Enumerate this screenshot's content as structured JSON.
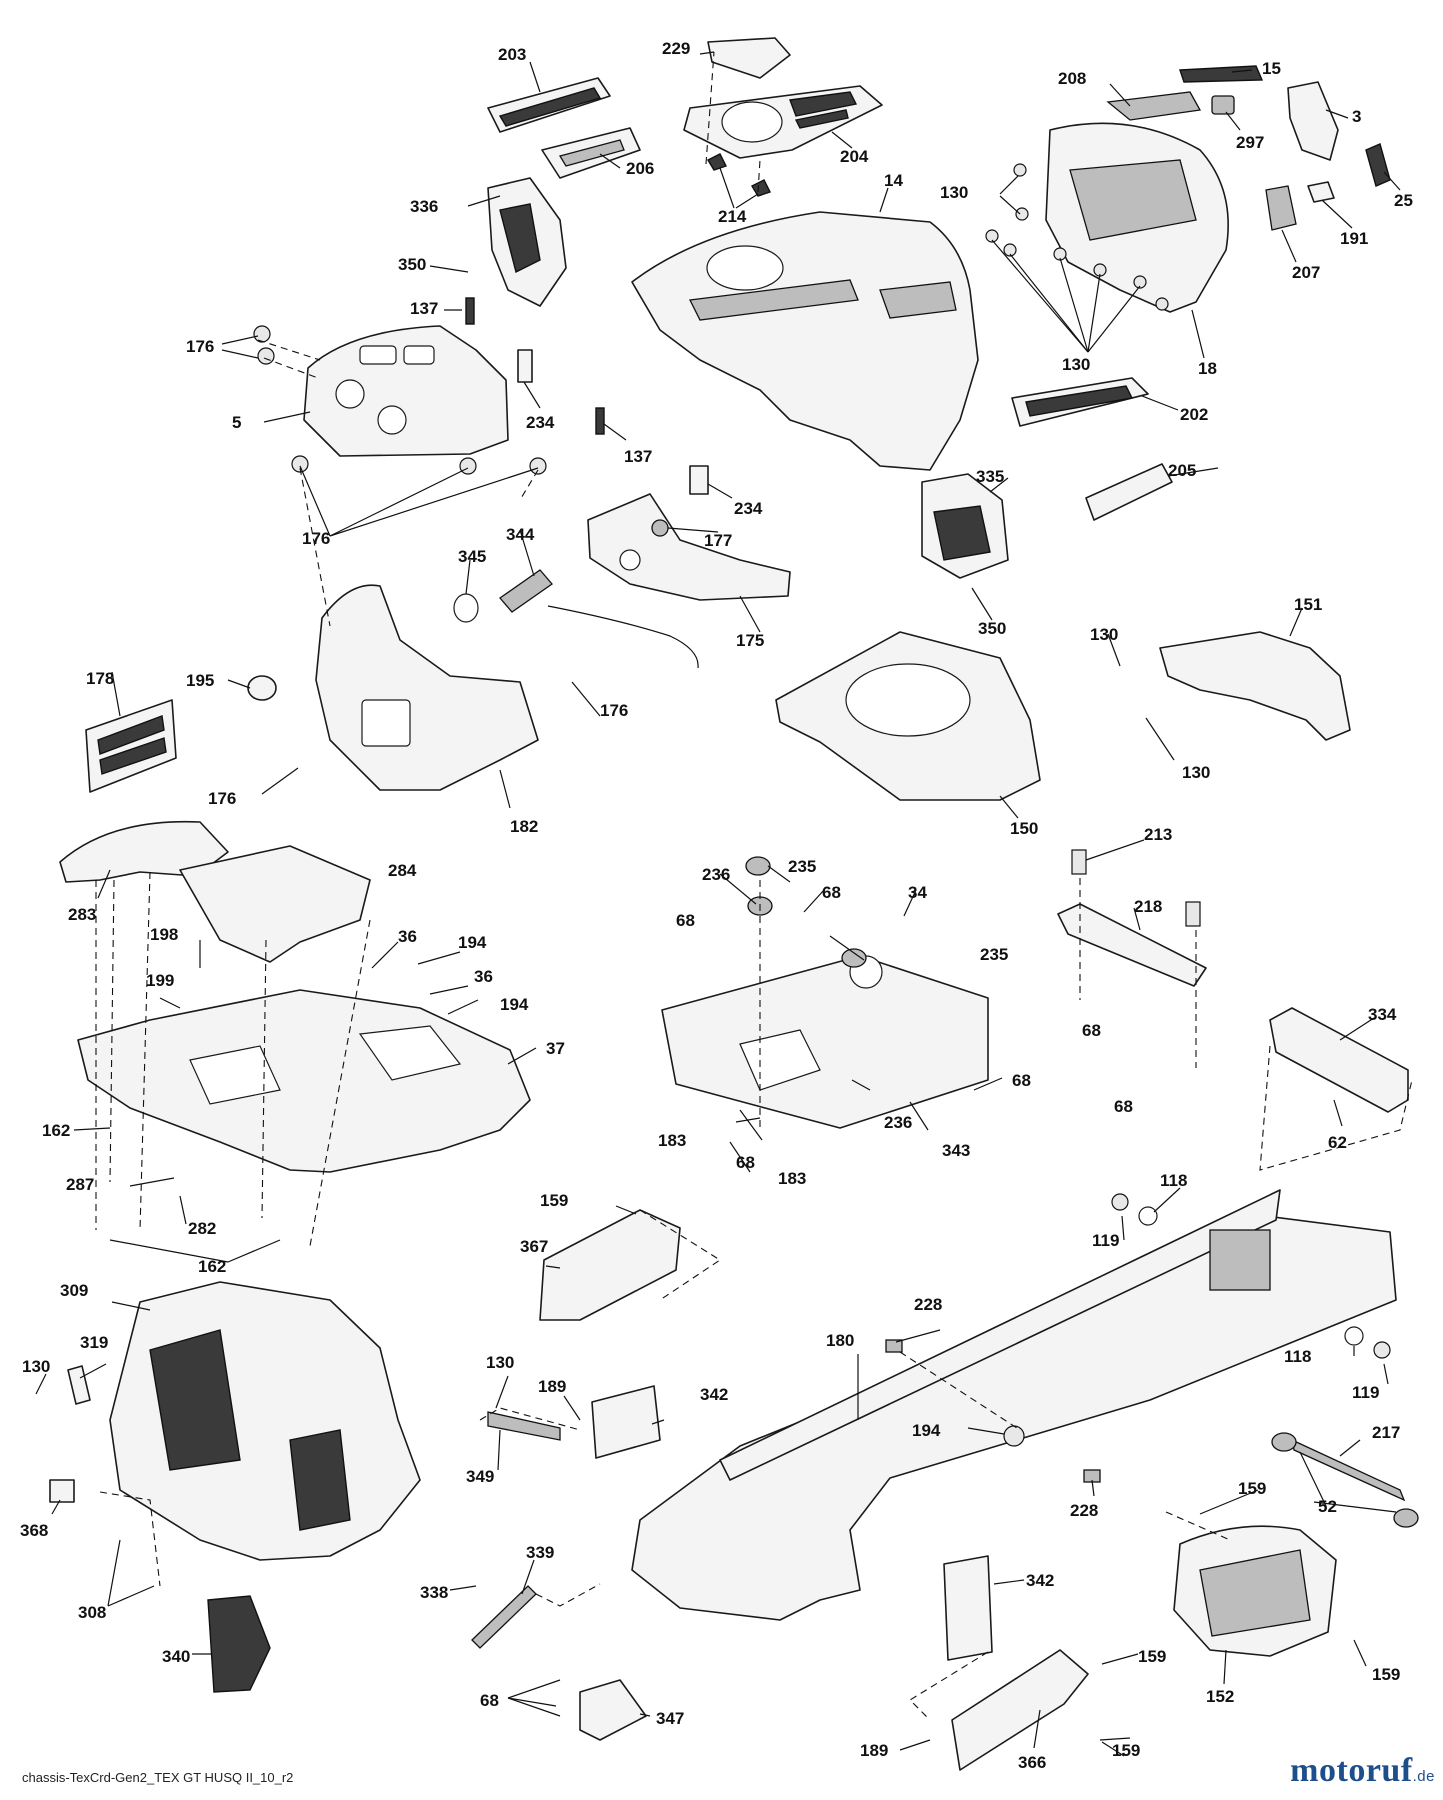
{
  "footer": {
    "drawing_code": "chassis-TexCrd-Gen2_TEX GT HUSQ II_10_r2",
    "brand_name": "motoruf",
    "brand_tld": ".de"
  },
  "callouts": [
    {
      "id": "c-203",
      "text": "203"
    },
    {
      "id": "c-229",
      "text": "229"
    },
    {
      "id": "c-208",
      "text": "208"
    },
    {
      "id": "c-15",
      "text": "15"
    },
    {
      "id": "c-3",
      "text": "3"
    },
    {
      "id": "c-297",
      "text": "297"
    },
    {
      "id": "c-25",
      "text": "25"
    },
    {
      "id": "c-206",
      "text": "206"
    },
    {
      "id": "c-204",
      "text": "204"
    },
    {
      "id": "c-14",
      "text": "14"
    },
    {
      "id": "c-130a",
      "text": "130"
    },
    {
      "id": "c-191",
      "text": "191"
    },
    {
      "id": "c-336",
      "text": "336"
    },
    {
      "id": "c-214",
      "text": "214"
    },
    {
      "id": "c-207",
      "text": "207"
    },
    {
      "id": "c-350a",
      "text": "350"
    },
    {
      "id": "c-137a",
      "text": "137"
    },
    {
      "id": "c-176a",
      "text": "176"
    },
    {
      "id": "c-130b",
      "text": "130"
    },
    {
      "id": "c-18",
      "text": "18"
    },
    {
      "id": "c-5",
      "text": "5"
    },
    {
      "id": "c-234a",
      "text": "234"
    },
    {
      "id": "c-202",
      "text": "202"
    },
    {
      "id": "c-137b",
      "text": "137"
    },
    {
      "id": "c-205",
      "text": "205"
    },
    {
      "id": "c-335",
      "text": "335"
    },
    {
      "id": "c-234b",
      "text": "234"
    },
    {
      "id": "c-176b",
      "text": "176"
    },
    {
      "id": "c-344",
      "text": "344"
    },
    {
      "id": "c-177",
      "text": "177"
    },
    {
      "id": "c-345",
      "text": "345"
    },
    {
      "id": "c-350b",
      "text": "350"
    },
    {
      "id": "c-175",
      "text": "175"
    },
    {
      "id": "c-151",
      "text": "151"
    },
    {
      "id": "c-130c",
      "text": "130"
    },
    {
      "id": "c-178",
      "text": "178"
    },
    {
      "id": "c-195",
      "text": "195"
    },
    {
      "id": "c-176c",
      "text": "176"
    },
    {
      "id": "c-130d",
      "text": "130"
    },
    {
      "id": "c-176d",
      "text": "176"
    },
    {
      "id": "c-182",
      "text": "182"
    },
    {
      "id": "c-150",
      "text": "150"
    },
    {
      "id": "c-213",
      "text": "213"
    },
    {
      "id": "c-284",
      "text": "284"
    },
    {
      "id": "c-235a",
      "text": "235"
    },
    {
      "id": "c-236a",
      "text": "236"
    },
    {
      "id": "c-68a",
      "text": "68"
    },
    {
      "id": "c-34",
      "text": "34"
    },
    {
      "id": "c-218",
      "text": "218"
    },
    {
      "id": "c-283",
      "text": "283"
    },
    {
      "id": "c-198",
      "text": "198"
    },
    {
      "id": "c-36a",
      "text": "36"
    },
    {
      "id": "c-194a",
      "text": "194"
    },
    {
      "id": "c-68b",
      "text": "68"
    },
    {
      "id": "c-235b",
      "text": "235"
    },
    {
      "id": "c-199",
      "text": "199"
    },
    {
      "id": "c-36b",
      "text": "36"
    },
    {
      "id": "c-194b",
      "text": "194"
    },
    {
      "id": "c-68c",
      "text": "68"
    },
    {
      "id": "c-334",
      "text": "334"
    },
    {
      "id": "c-37",
      "text": "37"
    },
    {
      "id": "c-68d",
      "text": "68"
    },
    {
      "id": "c-162a",
      "text": "162"
    },
    {
      "id": "c-236b",
      "text": "236"
    },
    {
      "id": "c-68e",
      "text": "68"
    },
    {
      "id": "c-62",
      "text": "62"
    },
    {
      "id": "c-183a",
      "text": "183"
    },
    {
      "id": "c-343",
      "text": "343"
    },
    {
      "id": "c-287",
      "text": "287"
    },
    {
      "id": "c-68f",
      "text": "68"
    },
    {
      "id": "c-183b",
      "text": "183"
    },
    {
      "id": "c-118a",
      "text": "118"
    },
    {
      "id": "c-282",
      "text": "282"
    },
    {
      "id": "c-159a",
      "text": "159"
    },
    {
      "id": "c-119a",
      "text": "119"
    },
    {
      "id": "c-367",
      "text": "367"
    },
    {
      "id": "c-162b",
      "text": "162"
    },
    {
      "id": "c-309",
      "text": "309"
    },
    {
      "id": "c-228a",
      "text": "228"
    },
    {
      "id": "c-319",
      "text": "319"
    },
    {
      "id": "c-180",
      "text": "180"
    },
    {
      "id": "c-118b",
      "text": "118"
    },
    {
      "id": "c-130e",
      "text": "130"
    },
    {
      "id": "c-130f",
      "text": "130"
    },
    {
      "id": "c-189a",
      "text": "189"
    },
    {
      "id": "c-342a",
      "text": "342"
    },
    {
      "id": "c-119b",
      "text": "119"
    },
    {
      "id": "c-217",
      "text": "217"
    },
    {
      "id": "c-194c",
      "text": "194"
    },
    {
      "id": "c-349",
      "text": "349"
    },
    {
      "id": "c-228b",
      "text": "228"
    },
    {
      "id": "c-52",
      "text": "52"
    },
    {
      "id": "c-159b",
      "text": "159"
    },
    {
      "id": "c-368",
      "text": "368"
    },
    {
      "id": "c-339",
      "text": "339"
    },
    {
      "id": "c-342b",
      "text": "342"
    },
    {
      "id": "c-338",
      "text": "338"
    },
    {
      "id": "c-308",
      "text": "308"
    },
    {
      "id": "c-340",
      "text": "340"
    },
    {
      "id": "c-159c",
      "text": "159"
    },
    {
      "id": "c-152",
      "text": "152"
    },
    {
      "id": "c-159d",
      "text": "159"
    },
    {
      "id": "c-68g",
      "text": "68"
    },
    {
      "id": "c-347",
      "text": "347"
    },
    {
      "id": "c-189b",
      "text": "189"
    },
    {
      "id": "c-366",
      "text": "366"
    },
    {
      "id": "c-159e",
      "text": "159"
    }
  ]
}
